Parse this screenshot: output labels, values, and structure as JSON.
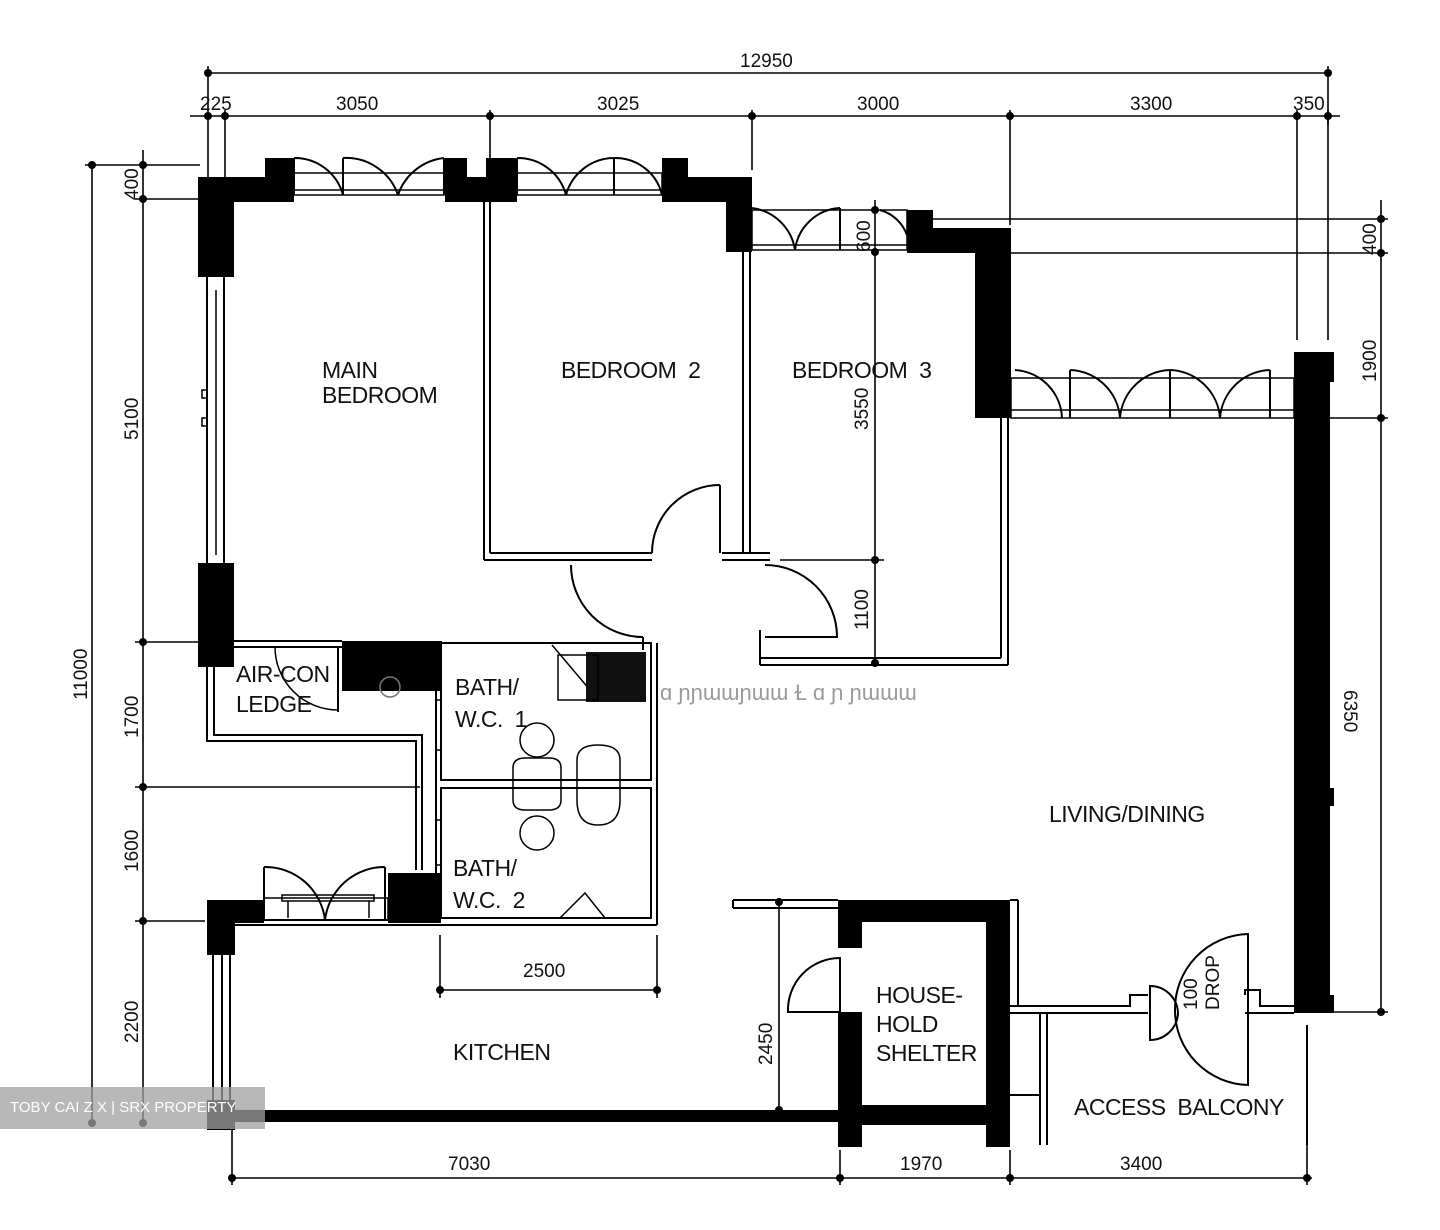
{
  "plan": {
    "rooms": {
      "main_bedroom": [
        "MAIN",
        "BEDROOM"
      ],
      "bedroom_2": "BEDROOM  2",
      "bedroom_3": "BEDROOM  3",
      "air_con_ledge": [
        "AIR-CON",
        "LEDGE"
      ],
      "bath_wc_1": [
        "BATH/",
        "W.C.  1"
      ],
      "bath_wc_2": [
        "BATH/",
        "W.C.  2"
      ],
      "living_dining": "LIVING/DINING",
      "kitchen": "KITCHEN",
      "household_shelter": [
        "HOUSE-",
        "HOLD",
        "SHELTER"
      ],
      "access_balcony": "ACCESS  BALCONY",
      "drop_note": [
        "100",
        "DROP"
      ]
    },
    "dimensions": {
      "top_total": "12950",
      "top_segments": [
        "225",
        "3050",
        "3025",
        "3000",
        "3300",
        "350"
      ],
      "left_total": "11000",
      "left_segments": [
        "400",
        "5100",
        "1700",
        "1600",
        "2200"
      ],
      "right_segments": [
        "400",
        "1900",
        "6350"
      ],
      "bottom_segments": [
        "7030",
        "1970",
        "3400"
      ],
      "bedroom3_window": "600",
      "bedroom3_depth": "3550",
      "corridor": "1100",
      "bath_width": "2500",
      "shelter_depth": "2450"
    }
  },
  "watermark": "TOBY CAI Z X | SRX PROPERTY"
}
